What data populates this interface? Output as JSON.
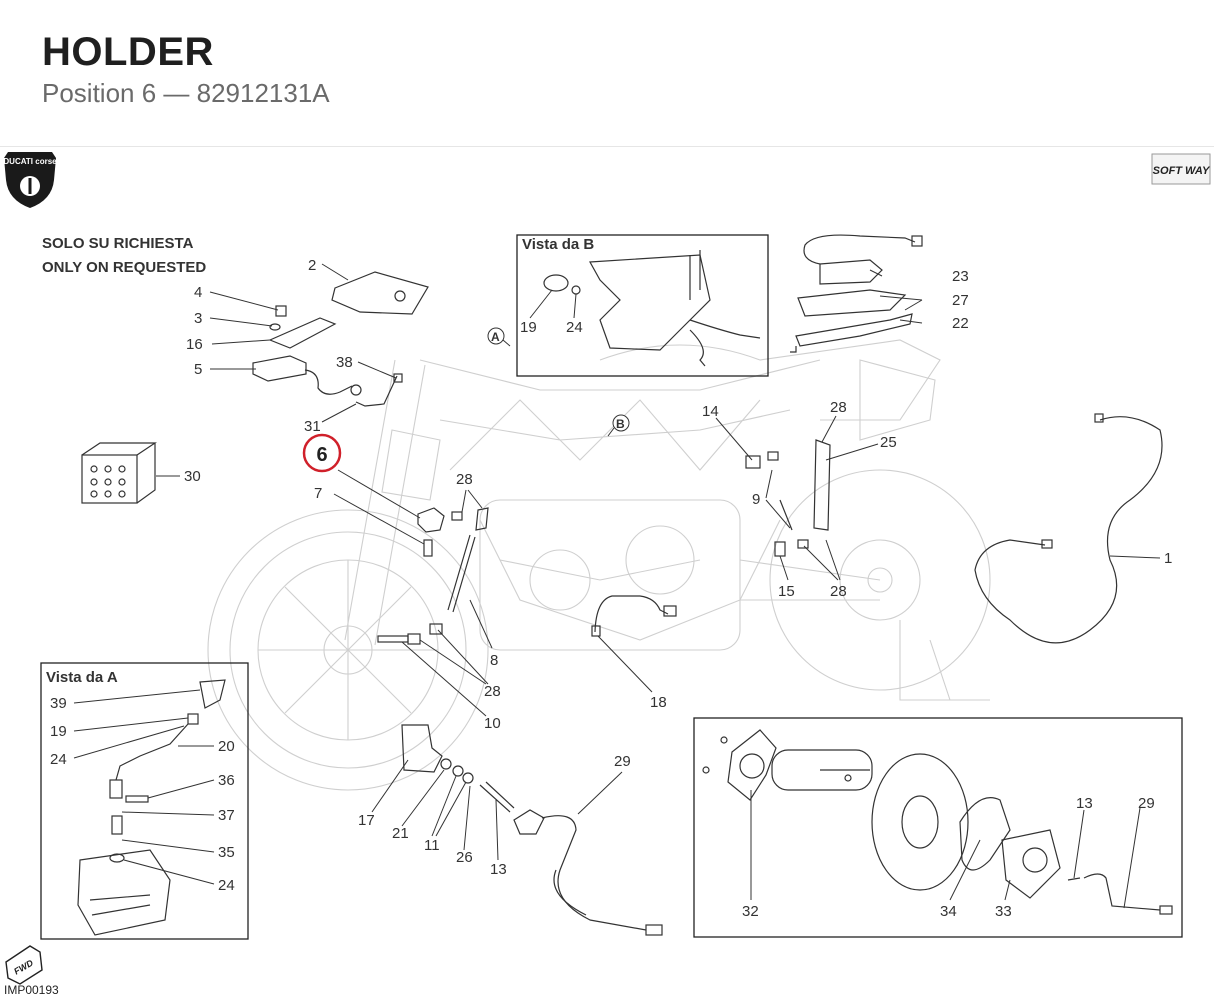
{
  "header": {
    "title": "HOLDER",
    "subtitle": "Position 6 — 82912131A"
  },
  "brand": {
    "logo_text": "DUCATI corse",
    "softway_text": "SOFT WAY"
  },
  "note": {
    "line1": "SOLO SU RICHIESTA",
    "line2": "ONLY ON REQUESTED"
  },
  "views": {
    "b_title": "Vista da B",
    "a_title": "Vista da A",
    "a_marker": "A",
    "b_marker": "B"
  },
  "highlight": {
    "position": "6",
    "color": "#d0202a"
  },
  "callouts": {
    "c1": "1",
    "c2": "2",
    "c3": "3",
    "c4": "4",
    "c5": "5",
    "c7": "7",
    "c8": "8",
    "c9": "9",
    "c10": "10",
    "c11": "11",
    "c13": "13",
    "c14": "14",
    "c15": "15",
    "c16": "16",
    "c17": "17",
    "c18": "18",
    "c21": "21",
    "c22": "22",
    "c23": "23",
    "c25": "25",
    "c26": "26",
    "c27": "27",
    "c28": "28",
    "c29": "29",
    "c30": "30",
    "c31": "31",
    "c32": "32",
    "c33": "33",
    "c34": "34",
    "c38": "38",
    "b19": "19",
    "b24": "24",
    "a39": "39",
    "a19": "19",
    "a24": "24",
    "a20": "20",
    "a36": "36",
    "a37": "37",
    "a35": "35",
    "a24b": "24",
    "r13": "13",
    "r29": "29"
  },
  "fwd_badge": "FWD",
  "image_code": "IMP00193"
}
